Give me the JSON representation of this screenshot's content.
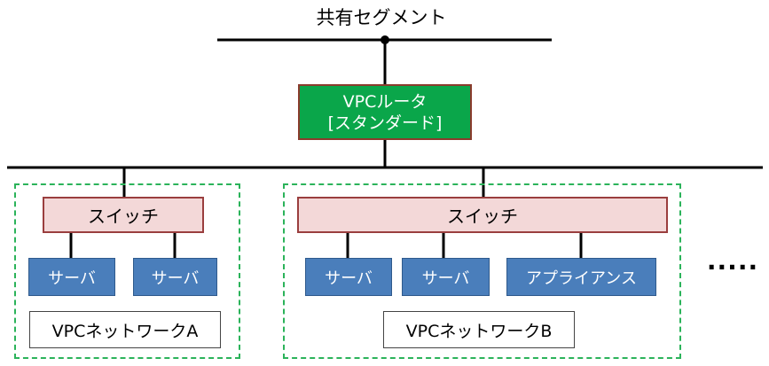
{
  "shared_segment": {
    "label": "共有セグメント"
  },
  "router": {
    "line1": "VPCルータ",
    "line2": "[スタンダード]"
  },
  "network_a": {
    "switch_label": "スイッチ",
    "servers": [
      "サーバ",
      "サーバ"
    ],
    "network_label": "VPCネットワークA"
  },
  "network_b": {
    "switch_label": "スイッチ",
    "servers": [
      "サーバ",
      "サーバ"
    ],
    "appliance_label": "アプライアンス",
    "network_label": "VPCネットワークB"
  },
  "ellipsis": "·····",
  "colors": {
    "router_fill": "#0aa64a",
    "switch_fill": "#f3d8d8",
    "server_fill": "#4a7ebb",
    "group_border": "#2bb35a"
  }
}
